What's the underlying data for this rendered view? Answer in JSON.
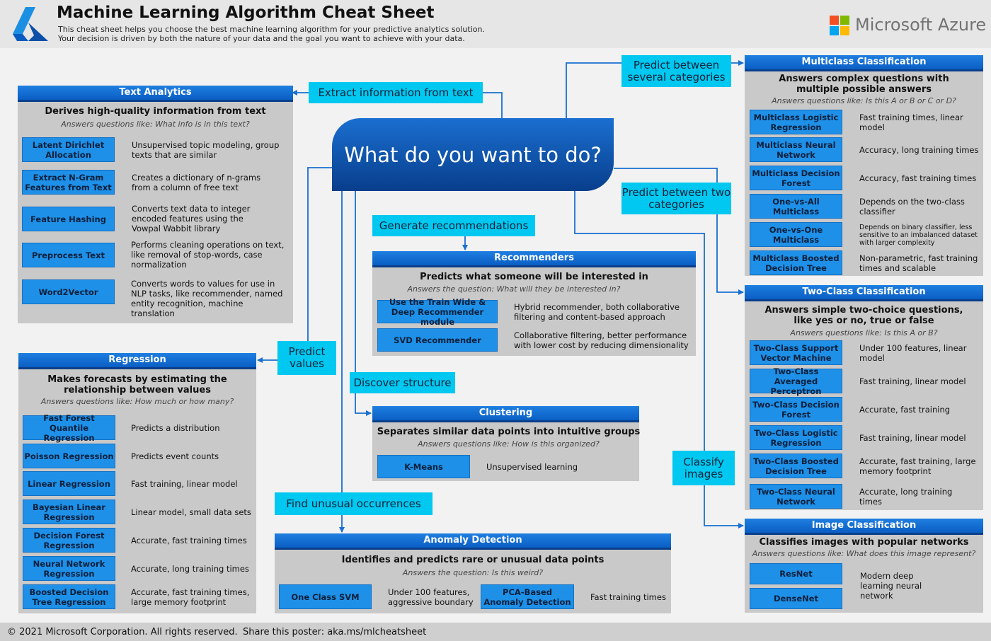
{
  "header": {
    "title": "Machine Learning Algorithm Cheat Sheet",
    "subtitle_line1": "This cheat sheet helps you choose the best machine learning algorithm for your predictive analytics solution.",
    "subtitle_line2": "Your decision is driven by both the nature of your data and the goal you want to achieve with your data.",
    "brand": "Microsoft Azure"
  },
  "footer": {
    "copyright": "© 2021 Microsoft Corporation. All rights reserved.",
    "share": "Share this poster: aka.ms/mlcheatsheet"
  },
  "center": "What do you want to do?",
  "goals": {
    "extract": "Extract information from text",
    "several": "Predict between several categories",
    "two": "Predict between two categories",
    "recommend": "Generate recommendations",
    "predict_values": "Predict values",
    "structure": "Discover structure",
    "unusual": "Find unusual occurrences",
    "classify_images": "Classify images"
  },
  "text_analytics": {
    "title": "Text Analytics",
    "desc": "Derives high-quality information from text",
    "question": "Answers questions like: What info is in this text?",
    "items": [
      {
        "name": "Latent Dirichlet Allocation",
        "desc": "Unsupervised topic modeling, group texts that are similar"
      },
      {
        "name": "Extract N-Gram Features from Text",
        "desc": "Creates a dictionary of n-grams from a column of free text"
      },
      {
        "name": "Feature Hashing",
        "desc": "Converts text data to integer encoded features using the Vowpal Wabbit library"
      },
      {
        "name": "Preprocess Text",
        "desc": "Performs cleaning operations on text, like removal of stop-words, case normalization"
      },
      {
        "name": "Word2Vector",
        "desc": "Converts words to values for use in NLP tasks, like recommender, named entity recognition, machine translation"
      }
    ]
  },
  "regression": {
    "title": "Regression",
    "desc": "Makes forecasts by estimating the relationship between values",
    "question": "Answers questions like: How much or how many?",
    "items": [
      {
        "name": "Fast Forest Quantile Regression",
        "desc": "Predicts a distribution"
      },
      {
        "name": "Poisson Regression",
        "desc": "Predicts event counts"
      },
      {
        "name": "Linear Regression",
        "desc": "Fast training, linear model"
      },
      {
        "name": "Bayesian Linear Regression",
        "desc": "Linear model, small data sets"
      },
      {
        "name": "Decision Forest Regression",
        "desc": "Accurate, fast training times"
      },
      {
        "name": "Neural Network Regression",
        "desc": "Accurate, long training times"
      },
      {
        "name": "Boosted Decision Tree Regression",
        "desc": "Accurate, fast training times, large memory footprint"
      }
    ]
  },
  "recommenders": {
    "title": "Recommenders",
    "desc": "Predicts what someone will be interested in",
    "question": "Answers the question: What will they be interested in?",
    "items": [
      {
        "name": "Use the Train Wide & Deep Recommender module",
        "desc": "Hybrid recommender, both collaborative filtering and content-based approach"
      },
      {
        "name": "SVD Recommender",
        "desc": "Collaborative filtering, better performance with lower cost by reducing dimensionality"
      }
    ]
  },
  "clustering": {
    "title": "Clustering",
    "desc": "Separates similar data points into intuitive groups",
    "question": "Answers questions like: How is this organized?",
    "items": [
      {
        "name": "K-Means",
        "desc": "Unsupervised learning"
      }
    ]
  },
  "anomaly": {
    "title": "Anomaly Detection",
    "desc": "Identifies and predicts rare or unusual data points",
    "question": "Answers the question: Is this weird?",
    "items": [
      {
        "name": "One Class SVM",
        "desc": "Under 100 features, aggressive boundary"
      },
      {
        "name": "PCA-Based Anomaly Detection",
        "desc": "Fast training times"
      }
    ]
  },
  "multiclass": {
    "title": "Multiclass Classification",
    "desc": "Answers complex questions with multiple possible answers",
    "question": "Answers questions like: Is this A or B or C or D?",
    "items": [
      {
        "name": "Multiclass Logistic Regression",
        "desc": "Fast training times, linear model"
      },
      {
        "name": "Multiclass Neural Network",
        "desc": "Accuracy, long training times"
      },
      {
        "name": "Multiclass Decision Forest",
        "desc": "Accuracy, fast training times"
      },
      {
        "name": "One-vs-All Multiclass",
        "desc": "Depends on the two-class classifier"
      },
      {
        "name": "One-vs-One Multiclass",
        "desc": "Depends on binary classifier, less sensitive to an imbalanced dataset with larger complexity"
      },
      {
        "name": "Multiclass Boosted Decision Tree",
        "desc": "Non-parametric, fast training times and scalable"
      }
    ]
  },
  "twoclass": {
    "title": "Two-Class Classification",
    "desc": "Answers simple two-choice questions, like yes or no, true or false",
    "question": "Answers questions like: Is this A or B?",
    "items": [
      {
        "name": "Two-Class Support Vector Machine",
        "desc": "Under 100 features, linear model"
      },
      {
        "name": "Two-Class Averaged Perceptron",
        "desc": "Fast training, linear model"
      },
      {
        "name": "Two-Class Decision Forest",
        "desc": "Accurate, fast training"
      },
      {
        "name": "Two-Class Logistic Regression",
        "desc": "Fast training, linear model"
      },
      {
        "name": "Two-Class Boosted Decision Tree",
        "desc": "Accurate, fast training, large memory footprint"
      },
      {
        "name": "Two-Class Neural Network",
        "desc": "Accurate, long training times"
      }
    ]
  },
  "image": {
    "title": "Image Classification",
    "desc": "Classifies images with popular networks",
    "question": "Answers questions like: What does this image represent?",
    "items": [
      {
        "name": "ResNet"
      },
      {
        "name": "DenseNet"
      }
    ],
    "shared_desc": "Modern deep learning neural network"
  },
  "colors": {
    "header_blue": "#0b5ec4",
    "algo_blue": "#1e90e8",
    "cyan": "#00c8f0",
    "line_blue": "#1a6fd0",
    "panel_gray": "#c9c9c9"
  }
}
